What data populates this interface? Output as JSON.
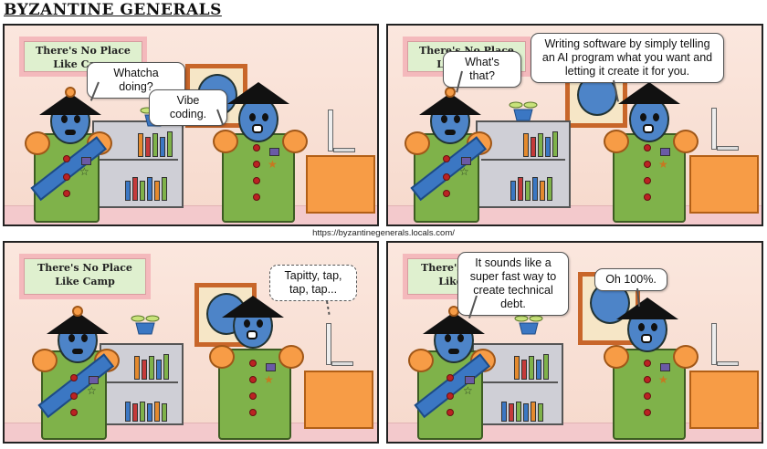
{
  "comic_title": "BYZANTINE GENERALS",
  "url": "https://byzantinegenerals.locals.com/",
  "sign_text": "There's No Place Like Camp",
  "sign_partial_top": "There's No Place",
  "sign_partial_bottom": "Like Camp",
  "panels": [
    {
      "bubbles": [
        "Whatcha doing?",
        "Vibe coding."
      ]
    },
    {
      "bubbles": [
        "What's that?",
        "Writing software by simply telling an AI program what you want and letting it create it for you."
      ]
    },
    {
      "bubbles": [
        "Tapitty, tap, tap, tap..."
      ]
    },
    {
      "bubbles": [
        "It sounds like a super fast way to create technical debt.",
        "Oh 100%."
      ]
    }
  ],
  "colors": {
    "background": "#fbe7de",
    "floor": "#f3c9cc",
    "uniform": "#7fb24a",
    "head": "#4d84c8",
    "desk": "#f79c46",
    "sash": "#3b77c3"
  }
}
